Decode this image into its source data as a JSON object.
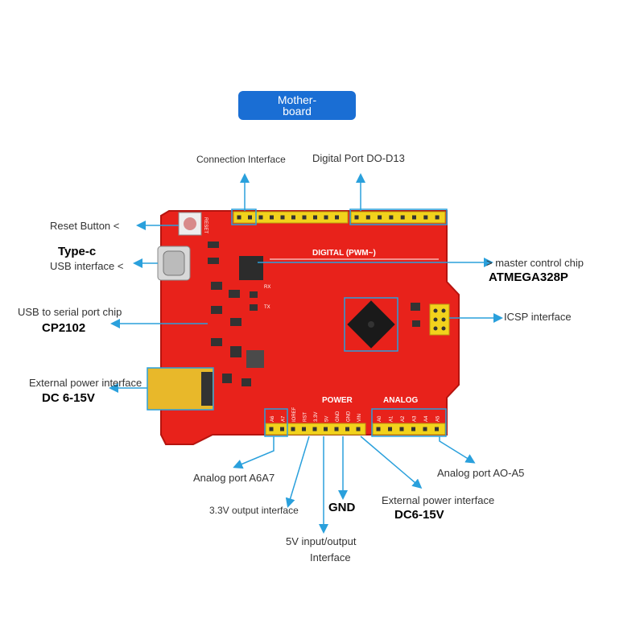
{
  "title": "Mother-board",
  "labels": {
    "connection_interface": "Connection Interface",
    "digital_port": "Digital Port DO-D13",
    "reset_button": "Reset Button <",
    "type_c": "Type-c",
    "usb_interface": "USB interface <",
    "master_chip": "> master control chip",
    "master_chip_model": "ATMEGA328P",
    "usb_serial_chip": "USB to serial port chip",
    "usb_serial_model": "CP2102",
    "icsp": "ICSP interface",
    "ext_power_left": "External power interface",
    "ext_power_left_spec": "DC 6-15V",
    "analog_a6a7": "Analog port A6A7",
    "v33": "3.3V output interface",
    "gnd": "GND",
    "v5_line1": "5V input/output",
    "v5_line2": "Interface",
    "ext_power_right": "External power interface",
    "ext_power_right_spec": "DC6-15V",
    "analog_a0a5": "Analog port AO-A5"
  },
  "board": {
    "digital_text": "DIGITAL (PWM~)",
    "power_text": "POWER",
    "analog_text": "ANALOG",
    "rx": "RX",
    "tx": "TX",
    "reset": "RESET",
    "power_pins": [
      "A6",
      "A7",
      "IOREF",
      "RST",
      "3.3V",
      "5V",
      "GND",
      "GND",
      "VIN"
    ],
    "analog_pins": [
      "A0",
      "A1",
      "A2",
      "A3",
      "A4",
      "A5"
    ]
  },
  "colors": {
    "board": "#e8221b",
    "header": "#f2d21c",
    "arrow": "#2aa0dc",
    "title_bg": "#1a6ed4"
  }
}
